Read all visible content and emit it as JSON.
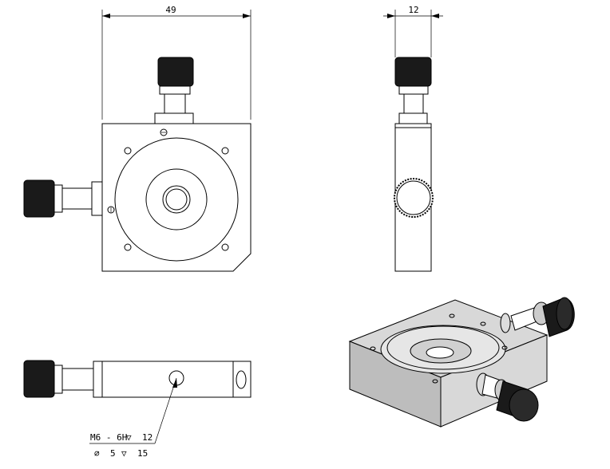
{
  "dimensions": {
    "width_front": "49",
    "width_side": "12"
  },
  "callout": {
    "thread": "M6 - 6H",
    "thread_depth": "12",
    "hole_diameter": "5",
    "hole_depth": "15"
  }
}
